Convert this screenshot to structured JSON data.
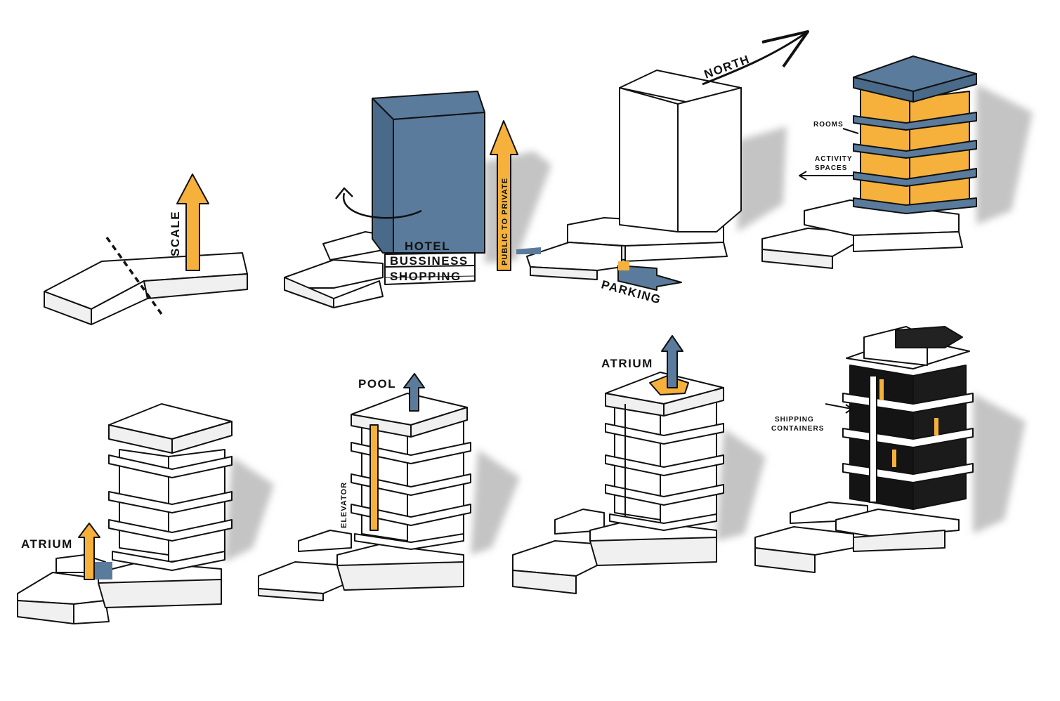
{
  "colors": {
    "accent_orange": "#F6B13C",
    "accent_blue": "#5A7B9B",
    "outline": "#111111",
    "face_white": "#FFFFFF",
    "face_grey": "#F0F0F0",
    "shadow": "#BDBDBD"
  },
  "labels": {
    "scale": "SCALE",
    "hotel": "HOTEL",
    "bussiness": "BUSSINESS",
    "shopping": "SHOPPING",
    "public_to_private": "PUBLIC TO PRIVATE",
    "north": "NORTH",
    "parking": "PARKING",
    "rooms": "ROOMS",
    "activity": "ACTIVITY",
    "spaces": "SPACES",
    "atrium_low": "ATRIUM",
    "pool": "POOL",
    "elevator": "ELEVATOR",
    "atrium_top": "ATRIUM",
    "shipping": "SHIPPING",
    "containers": "CONTAINERS"
  },
  "icons": {
    "scale_arrow": "up-arrow-icon",
    "public_private_arrow": "up-arrow-icon",
    "north_arrow": "north-arrow-icon",
    "rotation_arrow": "curved-arrow-icon",
    "parking_arrow": "right-arrow-icon"
  }
}
